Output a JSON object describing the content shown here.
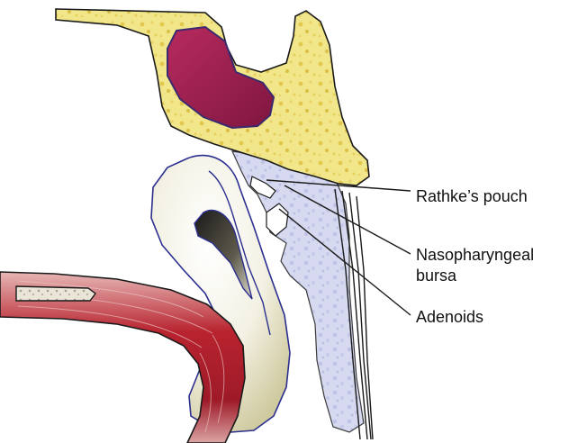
{
  "labels": {
    "rathkes_pouch": "Rathke’s pouch",
    "nasopharyngeal_bursa_line1": "Nasopharyngeal",
    "nasopharyngeal_bursa_line2": "bursa",
    "adenoids": "Adenoids"
  },
  "colors": {
    "bone_fill": "#f1e689",
    "bone_speckle": "#e3c84e",
    "sinus": "#9b1e4c",
    "adenoid_tissue": "#c9cde9",
    "cartilage_light": "#f6f4ea",
    "cartilage_dark": "#d4cfa3",
    "muscle_red": "#b31f2e",
    "outline": "#1a1a1a",
    "blue_outline": "#2b2f8f"
  }
}
